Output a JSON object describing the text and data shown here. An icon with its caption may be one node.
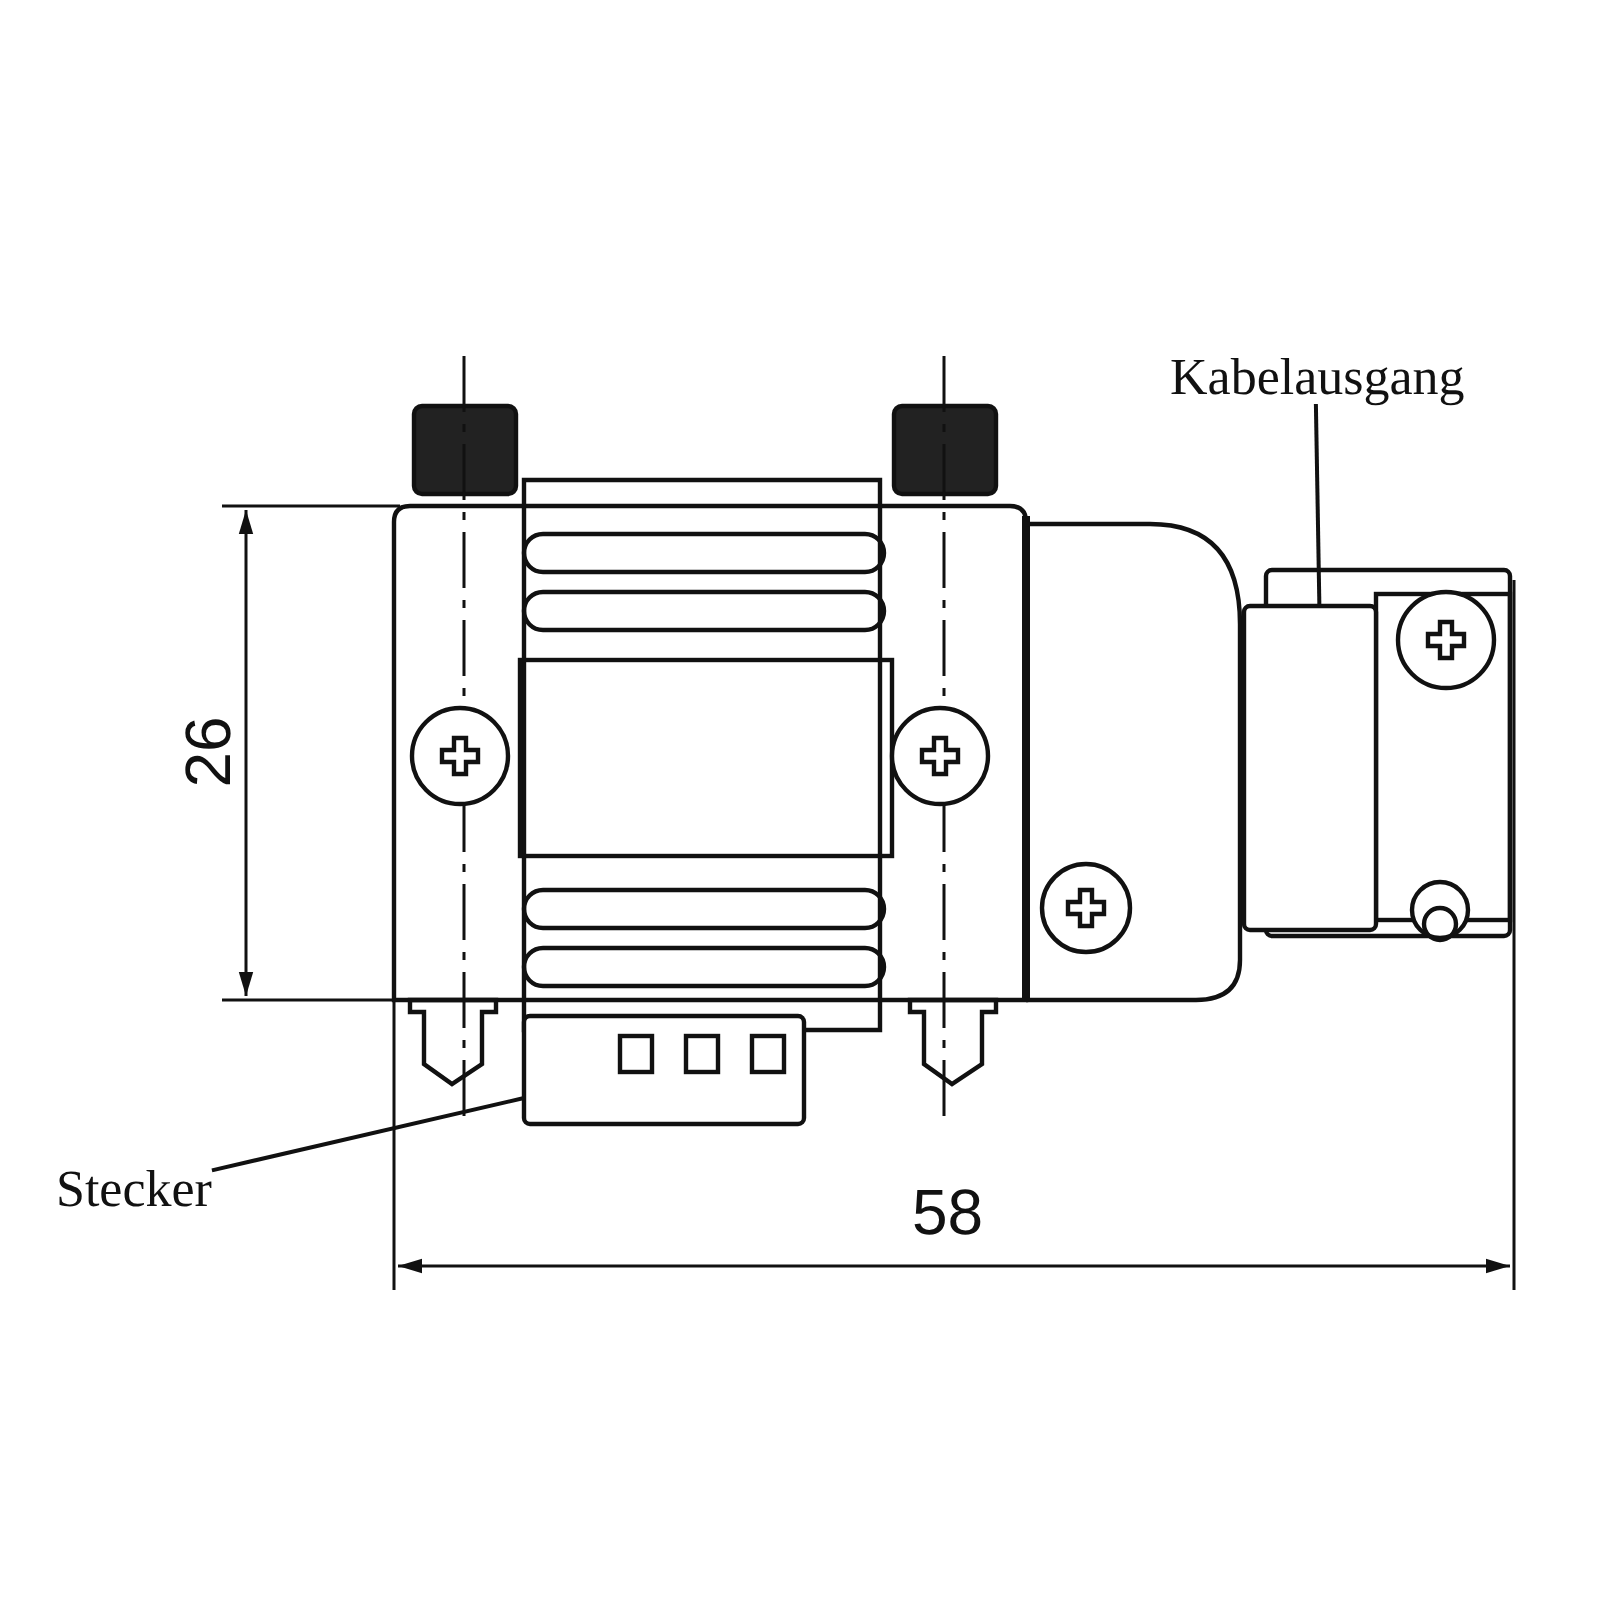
{
  "diagram": {
    "nodes": [
      {
        "text": [
          "Kabelausgang"
        ]
      },
      {
        "text": [],
        "shape": "box"
      },
      {
        "text": [
          "Stecker"
        ]
      },
      {
        "text": [],
        "shape": "box"
      }
    ],
    "edges": [
      {
        "from": 0,
        "to": 1,
        "arrow": "none"
      },
      {
        "from": 2,
        "to": 3,
        "arrow": "none"
      }
    ],
    "labels": [
      "26",
      "58"
    ]
  }
}
